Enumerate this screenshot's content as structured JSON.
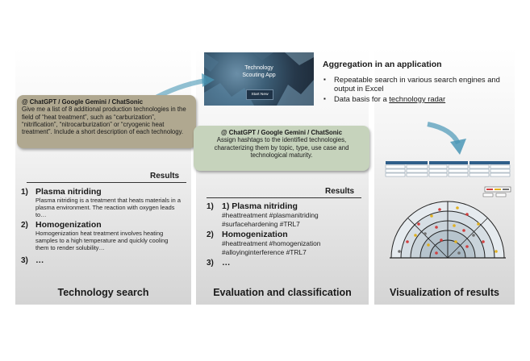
{
  "panels": {
    "search_title": "Technology search",
    "eval_title": "Evaluation and classification",
    "viz_title": "Visualization of results"
  },
  "bubble_search": {
    "header": "@ ChatGPT / Google Gemini / ChatSonic",
    "body": "Give me a list of 8 additional production technologies in the field of “heat treatment”, such as “carburization”, “nitrification”, “nitrocarburization” or “cryogenic heat treatment”. Include a short description of each technology."
  },
  "bubble_tags": {
    "header": "@ ChatGPT / Google Gemini / ChatSonic",
    "body": "Assign hashtags to the identified technologies, characterizing them by topic, type, use case and technological maturity."
  },
  "app": {
    "title_line1": "Technology",
    "title_line2": "Scouting App",
    "button": "Start New"
  },
  "aggregation": {
    "title": "Aggregation in an application",
    "bullet_char": "▪",
    "items": [
      "Repeatable search in various search engines and output in Excel",
      "Data basis for a"
    ],
    "underlined": "technology radar"
  },
  "search_results": {
    "heading": "Results",
    "items": [
      {
        "num": "1)",
        "title": "Plasma nitriding",
        "desc": "Plasma nitriding is a treatment that heats materials in a plasma environment. The reaction with oxygen leads to…"
      },
      {
        "num": "2)",
        "title": "Homogenization",
        "desc": "Homogenization heat treatment involves heating samples to a high temperature and quickly cooling them to render solubility…"
      },
      {
        "num": "3)",
        "title": "…",
        "desc": ""
      }
    ]
  },
  "eval_results": {
    "heading": "Results",
    "items": [
      {
        "num": "1)",
        "title": "1) Plasma nitriding",
        "tags": "#heattreatment #plasmanitriding #surfacehardening #TRL7"
      },
      {
        "num": "2)",
        "title": "Homogenization",
        "tags": "#heattreatment #homogenization #alloyinginterference #TRL7"
      },
      {
        "num": "3)",
        "title": "…",
        "tags": ""
      }
    ]
  },
  "colors": {
    "bubble_search_bg": "#b0a890",
    "bubble_tags_bg": "#c6d3bc",
    "arrow": "#4a97b6",
    "radar_fill": "#c9d3da"
  }
}
